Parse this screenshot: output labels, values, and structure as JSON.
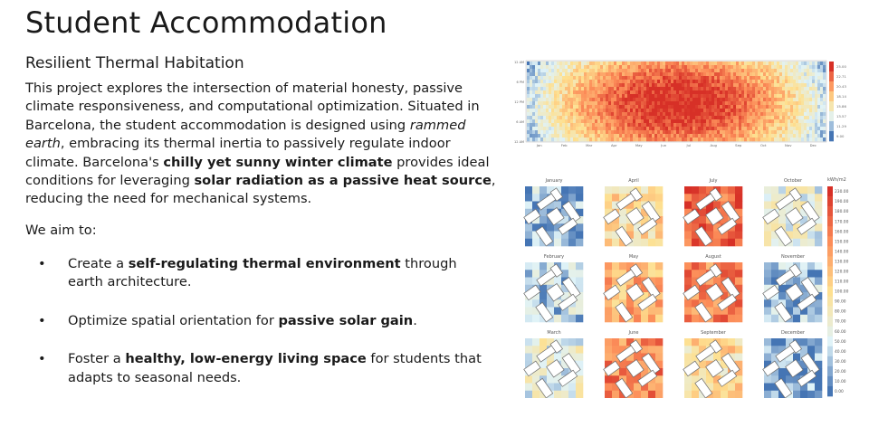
{
  "page": {
    "title": "Student Accommodation",
    "subtitle": "Resilient Thermal Habitation",
    "intro": {
      "t1": "This project explores the intersection of material honesty, passive climate responsiveness, and computational optimization. Situated in Barcelona, the student accommodation is designed using ",
      "em1": "rammed earth",
      "t2": ", embracing its thermal inertia to passively regulate indoor climate. Barcelona's ",
      "b1": "chilly yet sunny winter climate",
      "t3": " provides ideal conditions for leveraging ",
      "b2": "solar radiation as a passive heat source",
      "t4": ", reducing the need for mechanical systems."
    },
    "aim_label": "We aim to:",
    "bullet_glyph": "•",
    "bullets": [
      {
        "pre": "Create a ",
        "bold": "self-regulating thermal environment",
        "post": " through earth architecture."
      },
      {
        "pre": "Optimize spatial orientation for ",
        "bold": "passive solar gain",
        "post": "."
      },
      {
        "pre": "Foster a ",
        "bold": "healthy, low-energy living space",
        "post": " for students that adapts to seasonal needs."
      }
    ]
  },
  "figure": {
    "heatmap": {
      "months": [
        "Jan",
        "Feb",
        "Mar",
        "Apr",
        "May",
        "Jun",
        "Jul",
        "Aug",
        "Sep",
        "Oct",
        "Nov",
        "Dec"
      ],
      "hour_labels": [
        "12 AM",
        "6 PM",
        "12 PM",
        "6 AM",
        "12 AM"
      ],
      "scale_ticks": [
        "25.00",
        "22.71",
        "20.43",
        "18.14",
        "15.86",
        "13.57",
        "11.29",
        "9.00"
      ]
    },
    "grid": {
      "months": [
        "January",
        "April",
        "July",
        "October",
        "February",
        "May",
        "August",
        "November",
        "March",
        "June",
        "September",
        "December"
      ],
      "intensity": [
        0.15,
        0.55,
        0.95,
        0.35,
        0.2,
        0.7,
        0.85,
        0.15,
        0.35,
        0.85,
        0.55,
        0.1
      ]
    },
    "legend": {
      "title": "kWh/m2",
      "ticks": [
        "230.00",
        "190.00",
        "180.00",
        "170.00",
        "160.00",
        "150.00",
        "140.00",
        "130.00",
        "120.00",
        "110.00",
        "100.00",
        "90.00",
        "80.00",
        "70.00",
        "60.00",
        "50.00",
        "40.00",
        "30.00",
        "20.00",
        "10.00",
        "0.00"
      ]
    },
    "colors": {
      "hot": "#d73027",
      "warm": "#fc8d59",
      "mild": "#fee090",
      "cool": "#e0f3f8",
      "cold": "#4575b4"
    }
  }
}
